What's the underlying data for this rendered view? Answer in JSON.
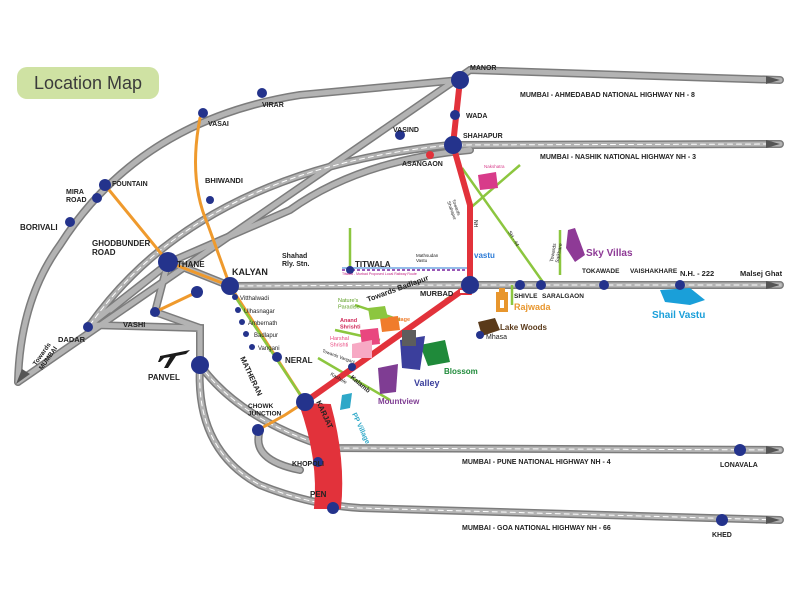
{
  "title": "Location Map",
  "highways": {
    "nh8": "MUMBAI - AHMEDABAD NATIONAL HIGHWAY NH - 8",
    "nh3": "MUMBAI - NASHIK NATIONAL HIGHWAY NH - 3",
    "nh222": "N.H. - 222",
    "malsej": "Malsej Ghat",
    "nh4": "MUMBAI - PUNE NATIONAL HIGHWAY NH - 4",
    "nh66": "MUMBAI - GOA NATIONAL HIGHWAY NH - 66"
  },
  "places": {
    "manor": "MANOR",
    "wada": "WADA",
    "shahapur": "SHAHAPUR",
    "vasind": "VASIND",
    "asangaon": "ASANGAON",
    "virar": "VIRAR",
    "vasai": "VASAI",
    "fountain": "FOUNTAIN",
    "mira_road": "MIRA\nROAD",
    "borivali": "BORIVALI",
    "bhiwandi": "BHIWANDI",
    "ghodbunder_road": "GHODBUNDER\nROAD",
    "thane": "THANE",
    "kalyan": "KALYAN",
    "shahad": "Shahad\nRly. Stn.",
    "titwala": "TITWALA",
    "towards_mumbai": "Towards\nMUMBAI",
    "dadar": "DADAR",
    "vashi": "VASHI",
    "panvel": "PANVEL",
    "vitthalwadi": "Vitthalwadi",
    "ulhasnagar": "Ulhasnagar",
    "ambernath": "Ambernath",
    "badlapur": "Badlapur",
    "vangani": "Vangani",
    "neral": "NERAL",
    "matheran": "MATHERAN",
    "chowk_junction": "CHOWK\nJUNCTION",
    "karjat": "KARJAT",
    "khopoli": "KHOPOLI",
    "pen": "PEN",
    "murbad": "MURBAD",
    "shivle": "SHIVLE",
    "saralgaon": "SARALGAON",
    "tokawade": "TOKAWADE",
    "vaishakhare": "VAISHAKHARE",
    "mhasa": "Mhasa",
    "lonavala": "LONAVALA",
    "khed": "KHED",
    "towards_badlapur": "Towards Badlapur",
    "towards_saikhare": "Towards\nSaikhare",
    "towards_shahapur": "Towards\nShahapur",
    "nh_label": "NH",
    "sh44": "SH - 44",
    "towards_vangani": "Towards Vangani",
    "kashele": "Kashele",
    "kalamb": "Kalamb",
    "mathsudan_vastu": "Mathsudan\nVastu",
    "proposed_rail": "Titwala - Murbad Proposed Local Railway Route"
  },
  "projects": {
    "sky_villas": "Sky Villas",
    "shail_vastu": "Shail Vastu",
    "rajwada": "Rajwada",
    "lake_woods": "Lake Woods",
    "blossom": "Blossom",
    "valley": "Valley",
    "mountview": "Mountview",
    "pp_village": "PP Village",
    "natures_paradise": "Nature's\nParadise",
    "anand_shrishti": "Anand\nShrishti",
    "heritage": "Heritage",
    "harshal_shrishti": "Harshal\nShrishti",
    "nakshatra": "Nakshatra",
    "vastu_bhoomi": "vastu"
  },
  "colors": {
    "road_gray": "#a9a9a9",
    "road_outline": "#7c7c7c",
    "highway_red": "#e2323b",
    "rail_orange": "#ef9a2d",
    "node_blue": "#24338c",
    "link_green": "#8cc63f",
    "title_bg": "#cfe2a3",
    "sky_villas": "#8e3a96",
    "shail_vastu": "#1a9fd9",
    "rajwada": "#e8962d",
    "lake_woods": "#5a3a1a",
    "blossom": "#1f8a3a",
    "valley": "#3b3f9c",
    "mountview": "#7f3d93",
    "pp_village": "#2ea8c8"
  },
  "icons": [
    "airplane-icon",
    "temple-icon",
    "railway-icon"
  ]
}
